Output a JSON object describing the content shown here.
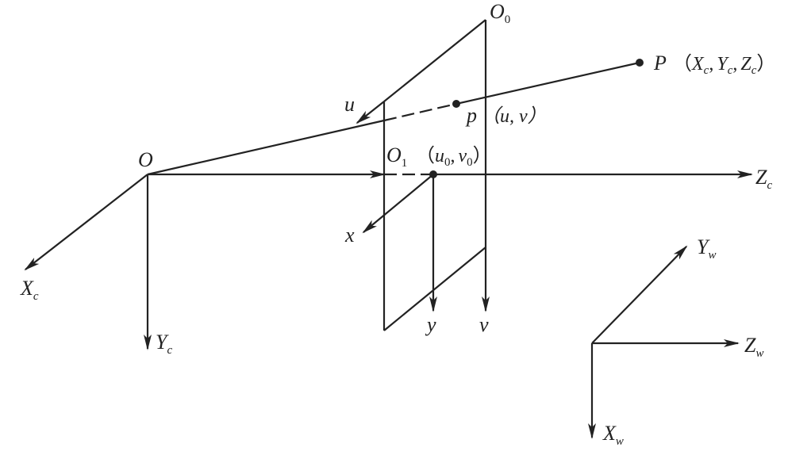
{
  "diagram": {
    "labels": {
      "O0": "O",
      "O0_sub": "0",
      "P": "P",
      "P_coords_open": "（",
      "P_Xc": "X",
      "P_Xc_sub": "c",
      "P_Yc": "Y",
      "P_Yc_sub": "c",
      "P_Zc": "Z",
      "P_Zc_sub": "c",
      "P_coords_close": "）",
      "u": "u",
      "p": "p",
      "p_coords": "（u, v）",
      "O": "O",
      "O1": "O",
      "O1_sub": "1",
      "O1_coords_open": "（",
      "O1_u0": "u",
      "O1_u0_sub": "0",
      "O1_v0": "v",
      "O1_v0_sub": "0",
      "O1_coords_close": "）",
      "Zc": "Z",
      "Zc_sub": "c",
      "x": "x",
      "Xc": "X",
      "Xc_sub": "c",
      "Yc": "Y",
      "Yc_sub": "c",
      "y": "y",
      "v": "v",
      "Yw": "Y",
      "Yw_sub": "w",
      "Zw": "Z",
      "Zw_sub": "w",
      "Xw": "X",
      "Xw_sub": "w",
      "comma": ","
    },
    "colors": {
      "stroke": "#222222",
      "background": "#ffffff"
    }
  }
}
